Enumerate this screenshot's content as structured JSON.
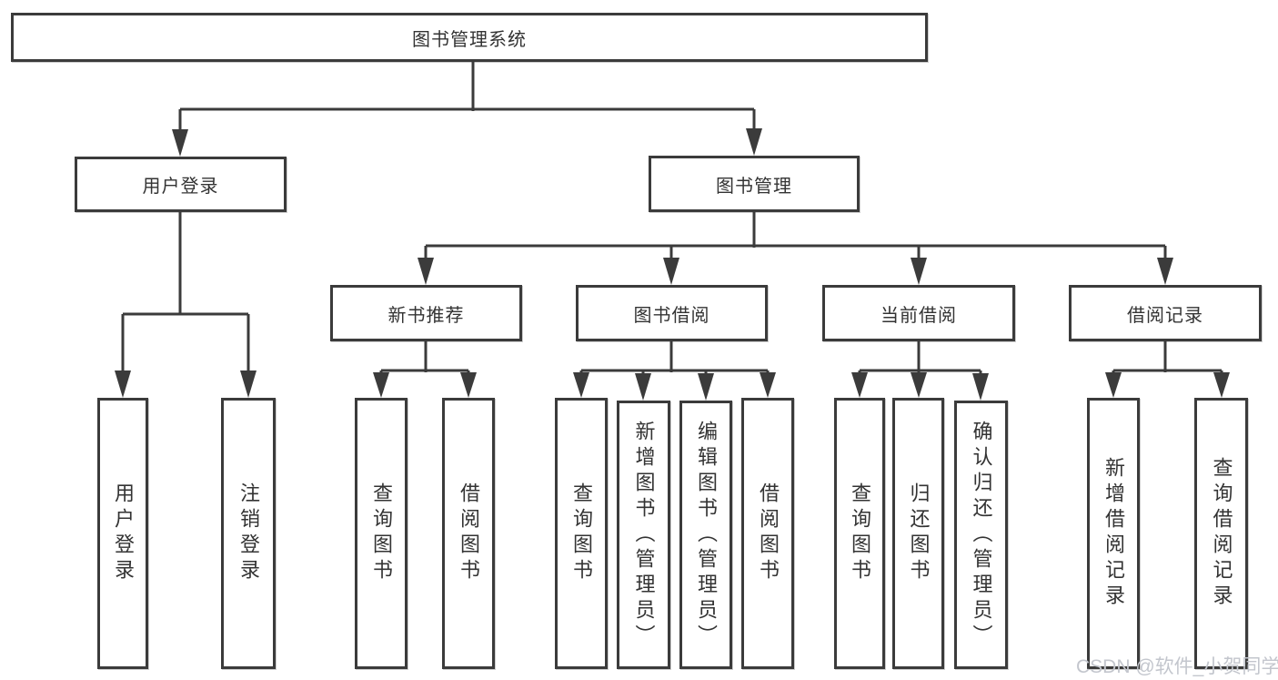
{
  "diagram_title": "图书管理系统",
  "tree": {
    "root_label": "图书管理系统",
    "user_login": {
      "label": "用户登录",
      "children": [
        "用户登录",
        "注销登录"
      ]
    },
    "book_management": {
      "label": "图书管理",
      "sections": {
        "new_book_recommend": {
          "label": "新书推荐",
          "children": [
            "查询图书",
            "借阅图书"
          ]
        },
        "book_borrowing": {
          "label": "图书借阅",
          "children": [
            "查询图书",
            "新增图书（管理员）",
            "编辑图书（管理员）",
            "借阅图书"
          ]
        },
        "current_borrowing": {
          "label": "当前借阅",
          "children": [
            "查询图书",
            "归还图书",
            "确认归还（管理员）"
          ]
        },
        "borrowing_records": {
          "label": "借阅记录",
          "children": [
            "新增借阅记录",
            "查询借阅记录"
          ]
        }
      }
    }
  },
  "watermark": {
    "text": "CSDN @软件_小贺同学",
    "color": "#c3c6cd"
  },
  "colors": {
    "line": "#3b3b3b",
    "box_border": "#3b3b3b",
    "text": "#333333",
    "background": "#ffffff"
  }
}
